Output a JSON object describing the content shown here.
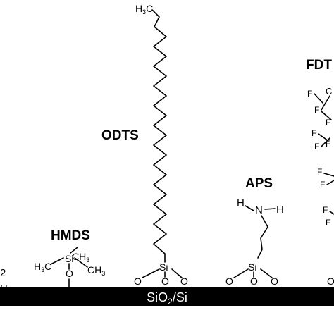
{
  "molecules": {
    "hmds": {
      "label": "HMDS"
    },
    "odts": {
      "label": "ODTS"
    },
    "aps": {
      "label": "APS"
    },
    "fdts": {
      "label": "FDT"
    }
  },
  "atoms": {
    "si": "Si",
    "o": "O",
    "c": "C",
    "h": "H",
    "n": "N",
    "f": "F"
  },
  "subscripts": {
    "two": "2",
    "three": "3"
  },
  "edge_fragments": {
    "left_top": "2",
    "left_bottom": "H"
  },
  "substrate": {
    "label_main": "SiO",
    "label_sub": "2",
    "label_tail": "/Si"
  },
  "colors": {
    "substrate": "#000000",
    "substrate_text": "#ffffff",
    "ink": "#000000"
  }
}
